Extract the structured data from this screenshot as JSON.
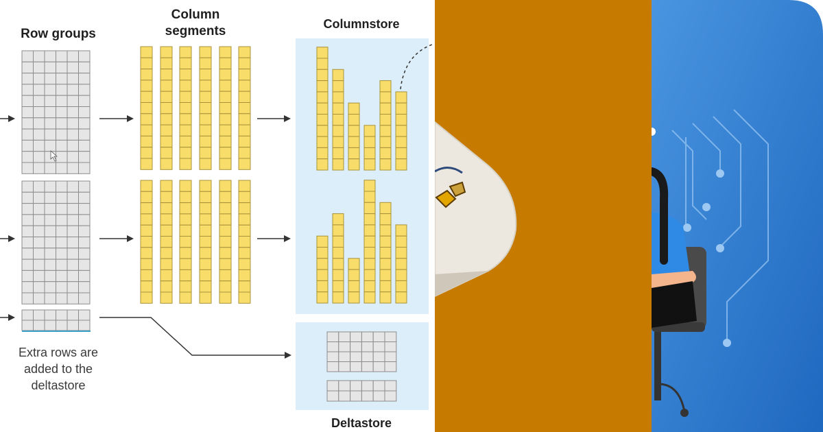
{
  "diagram": {
    "row_groups_label": "Row groups",
    "column_segments_label_line1": "Column",
    "column_segments_label_line2": "segments",
    "columnstore_label": "Columnstore",
    "deltastore_label": "Deltastore",
    "extra_rows_caption_line1": "Extra rows are",
    "extra_rows_caption_line2": "added to the",
    "extra_rows_caption_line3": "deltastore",
    "columnstore_top_bar_heights": [
      11,
      9,
      6,
      4,
      8,
      7
    ],
    "columnstore_bottom_bar_heights": [
      6,
      8,
      4,
      11,
      9,
      7
    ]
  },
  "colors": {
    "row_cell": "#e6e6e6",
    "row_cell_border": "#8c8c8c",
    "segment_yellow": "#f9dd6a",
    "segment_border": "#a8923a",
    "store_bg": "#dceef9",
    "mid_panel": "#c67a00",
    "right_panel": "#2f7fd6"
  },
  "icons": {
    "row_group_grid": "grid-table-icon",
    "arrow": "right-arrow-icon"
  }
}
